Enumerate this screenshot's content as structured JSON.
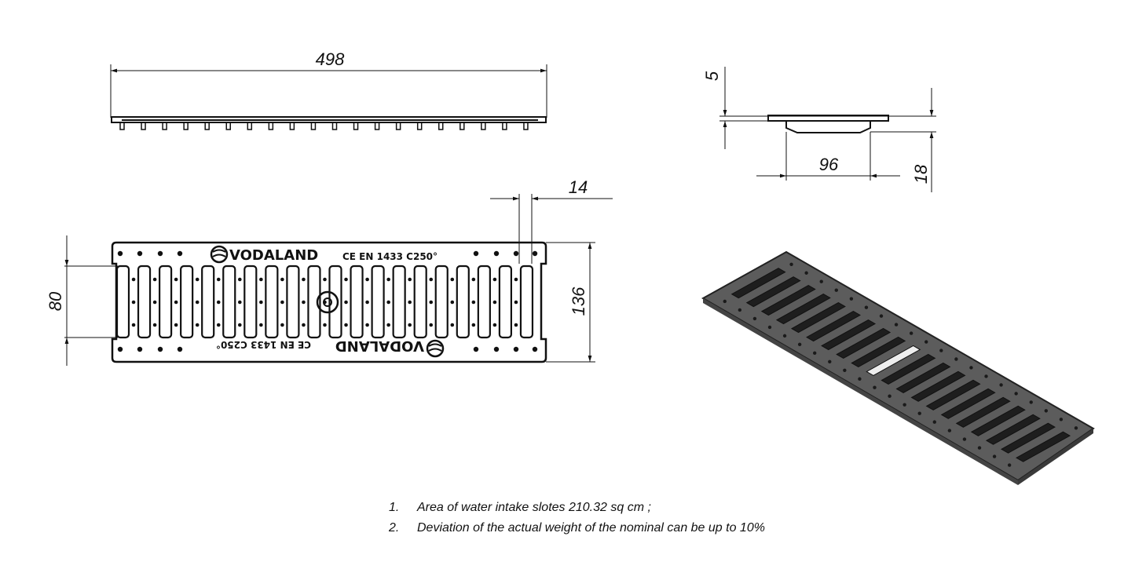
{
  "dimensions": {
    "length": "498",
    "slot_width": "14",
    "slot_zone": "80",
    "width": "136",
    "flange": "5",
    "body_width": "96",
    "height": "18"
  },
  "marking": {
    "brand": "VODALAND",
    "standard": "CE EN 1433 C250°"
  },
  "notes": [
    {
      "num": "1.",
      "text": "Area of water intake slotes 210.32 sq cm ;"
    },
    {
      "num": "2.",
      "text": "Deviation of the actual weight of the nominal can be up to 10%"
    }
  ],
  "colors": {
    "line": "#111111",
    "iso_fill": "#5c5c5c",
    "iso_slot": "#1e1e1e"
  }
}
